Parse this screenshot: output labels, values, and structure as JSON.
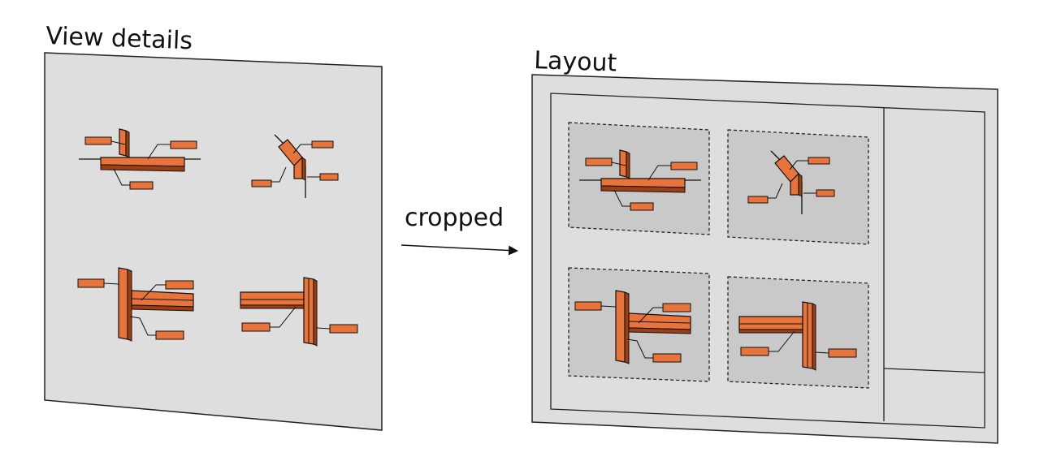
{
  "left_panel": {
    "title": "View details"
  },
  "arrow": {
    "label": "cropped"
  },
  "right_panel": {
    "title": "Layout"
  },
  "colors": {
    "sheet": "#dedede",
    "viewport": "#c9c9c9",
    "part": "#e8743b",
    "line": "#111111"
  }
}
